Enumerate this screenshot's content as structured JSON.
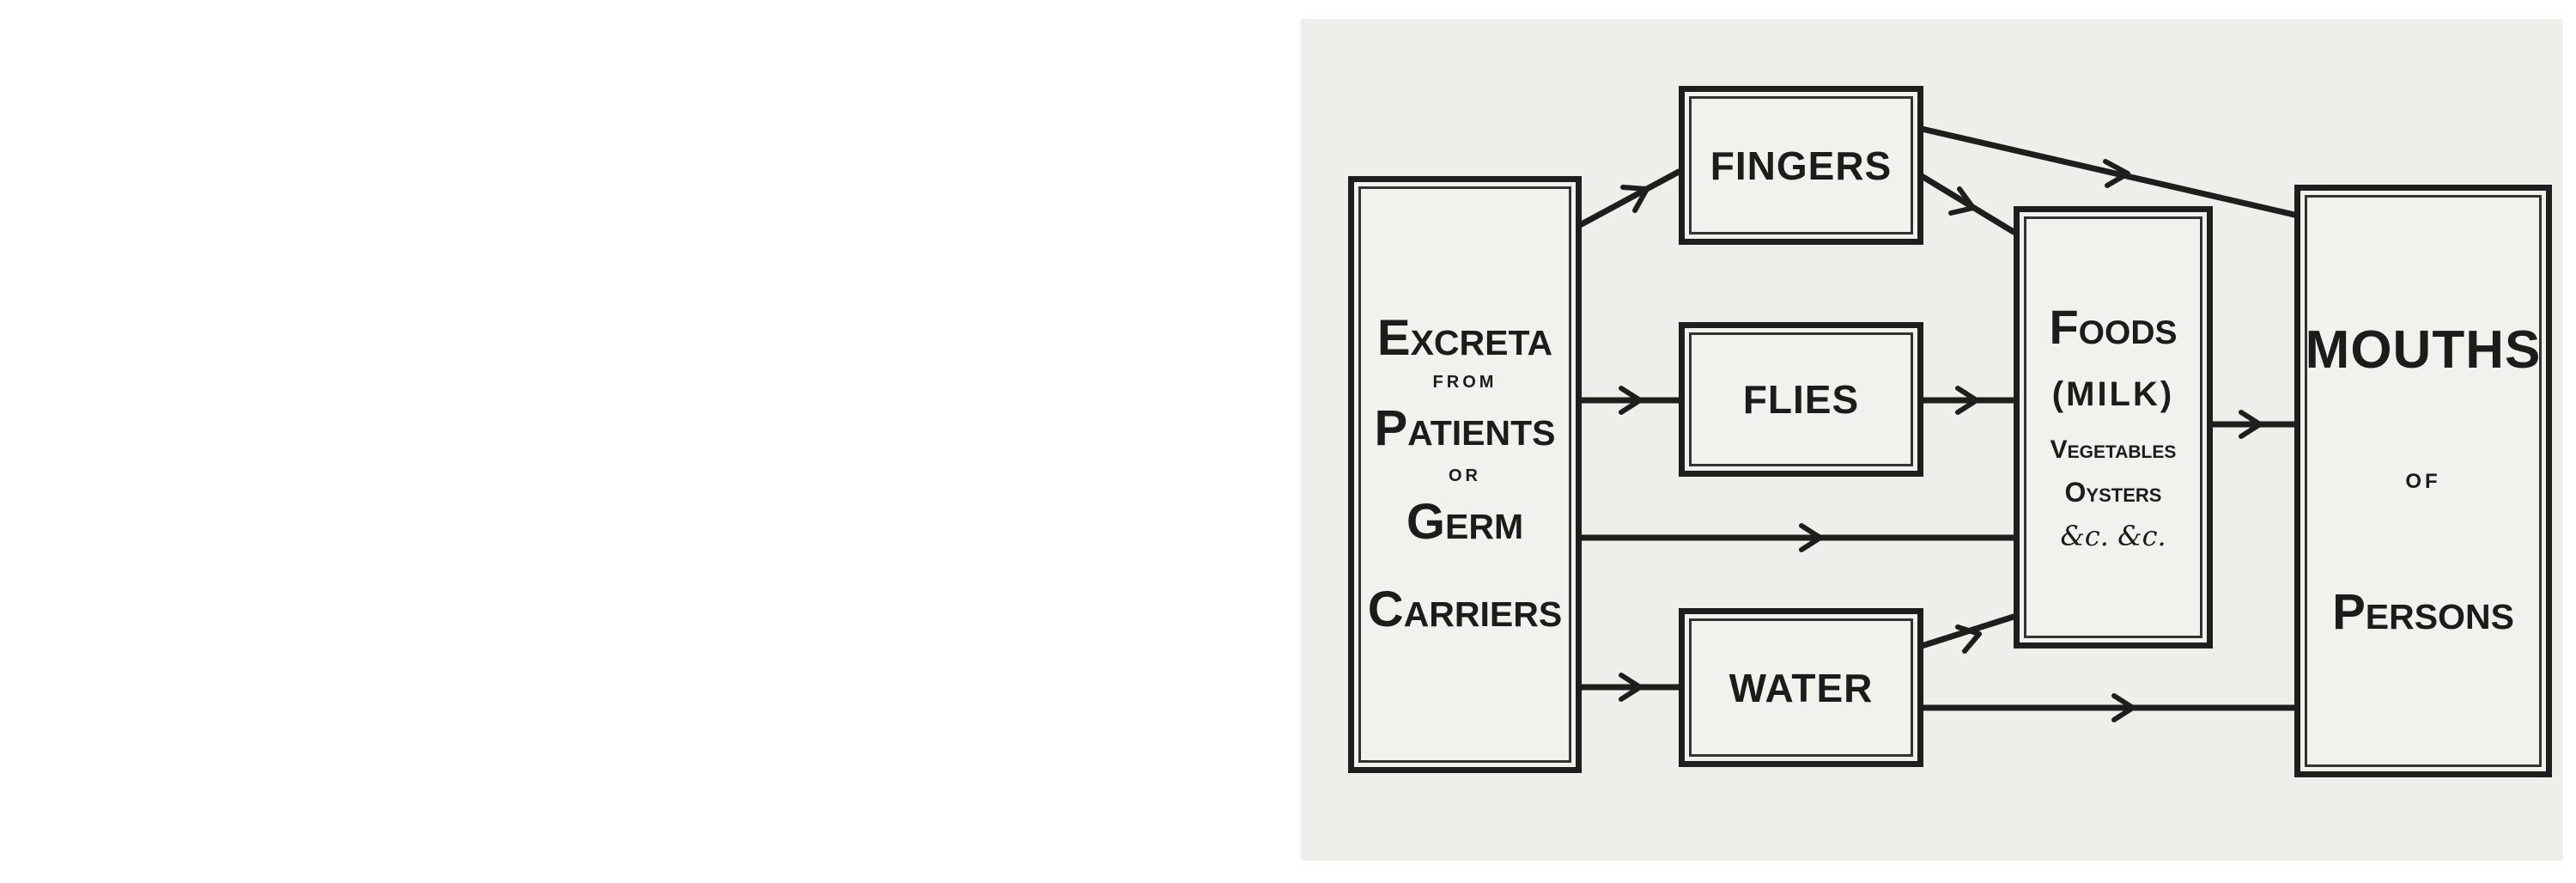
{
  "colors": {
    "paper": "#eeeeea",
    "ink": "#1e1e1e",
    "background": "#ffffff"
  },
  "excreta": {
    "line1": "Excreta",
    "line2": "FROM",
    "line3": "Patients",
    "line4": "OR",
    "line5": "Germ",
    "line6": "Carriers"
  },
  "fingers": {
    "label": "FINGERS"
  },
  "flies": {
    "label": "FLIES"
  },
  "water": {
    "label": "WATER"
  },
  "foods": {
    "line1": "Foods",
    "line2": "(MILK)",
    "line3": "Vegetables",
    "line4": "Oysters",
    "line5": "&c. &c."
  },
  "mouths": {
    "line1": "MOUTHS",
    "line2": "OF",
    "line3": "Persons"
  }
}
